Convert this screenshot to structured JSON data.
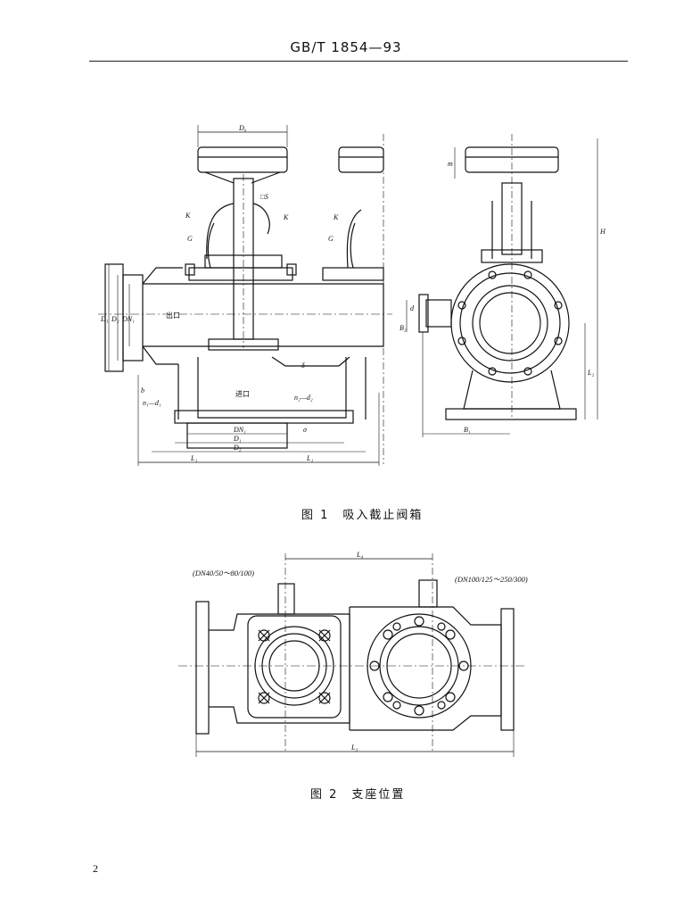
{
  "header": {
    "standard_code": "GB/T 1854—93"
  },
  "figure1": {
    "caption": "图 1　吸入截止阀箱",
    "labels": {
      "D0": "D₀",
      "S": "□S",
      "K1": "K",
      "K2": "K",
      "K3": "K",
      "G1": "G",
      "G2": "G",
      "H": "H",
      "m": "m",
      "d": "d",
      "B2": "B₂",
      "L2": "L₂",
      "B1": "B₁",
      "outlet": "出口",
      "inlet": "进口",
      "D1": "D₁",
      "D2": "D₂",
      "DN1": "DN₁",
      "b": "b",
      "n1d1": "n₁—d₁",
      "n2d2": "n₂—d₂",
      "delta": "δ",
      "sigma": "σ",
      "DN1b": "DN₁",
      "D1b": "D₁",
      "D2b": "D₂",
      "L1a": "L₁",
      "L1b": "L₁"
    }
  },
  "figure2": {
    "caption": "图 2　支座位置",
    "note_left": "(DN40/50～80/100)",
    "note_right": "(DN100/125～250/300)",
    "dim_top": "L₄",
    "dim_bottom": "L₃"
  },
  "page_number": "2"
}
